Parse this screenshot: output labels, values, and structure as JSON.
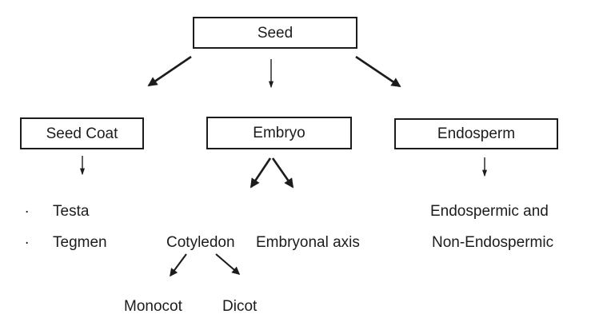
{
  "diagram": {
    "background": "#ffffff",
    "ink_color": "#1c1c1c",
    "nodes": {
      "seed": {
        "label": "Seed",
        "type": "box"
      },
      "seed_coat": {
        "label": "Seed Coat",
        "type": "box"
      },
      "embryo": {
        "label": "Embryo",
        "type": "box"
      },
      "endosperm": {
        "label": "Endosperm",
        "type": "box"
      },
      "testa": {
        "bullet": ".",
        "label": "Testa"
      },
      "tegmen": {
        "bullet": ".",
        "label": "Tegmen"
      },
      "cotyledon": {
        "label": "Cotyledon"
      },
      "embryonal_axis": {
        "label": "Embryonal axis"
      },
      "endosperm_types": {
        "line1": "Endospermic and",
        "line2": "Non-Endospermic"
      },
      "monocot": {
        "label": "Monocot"
      },
      "dicot": {
        "label": "Dicot"
      }
    },
    "edges": [
      {
        "from": "seed",
        "to": "seed_coat"
      },
      {
        "from": "seed",
        "to": "embryo"
      },
      {
        "from": "seed",
        "to": "endosperm"
      },
      {
        "from": "seed_coat",
        "to": "testa_tegmen"
      },
      {
        "from": "embryo",
        "to": "cotyledon"
      },
      {
        "from": "embryo",
        "to": "embryonal_axis"
      },
      {
        "from": "endosperm",
        "to": "endosperm_types"
      },
      {
        "from": "cotyledon",
        "to": "monocot"
      },
      {
        "from": "cotyledon",
        "to": "dicot"
      }
    ]
  }
}
